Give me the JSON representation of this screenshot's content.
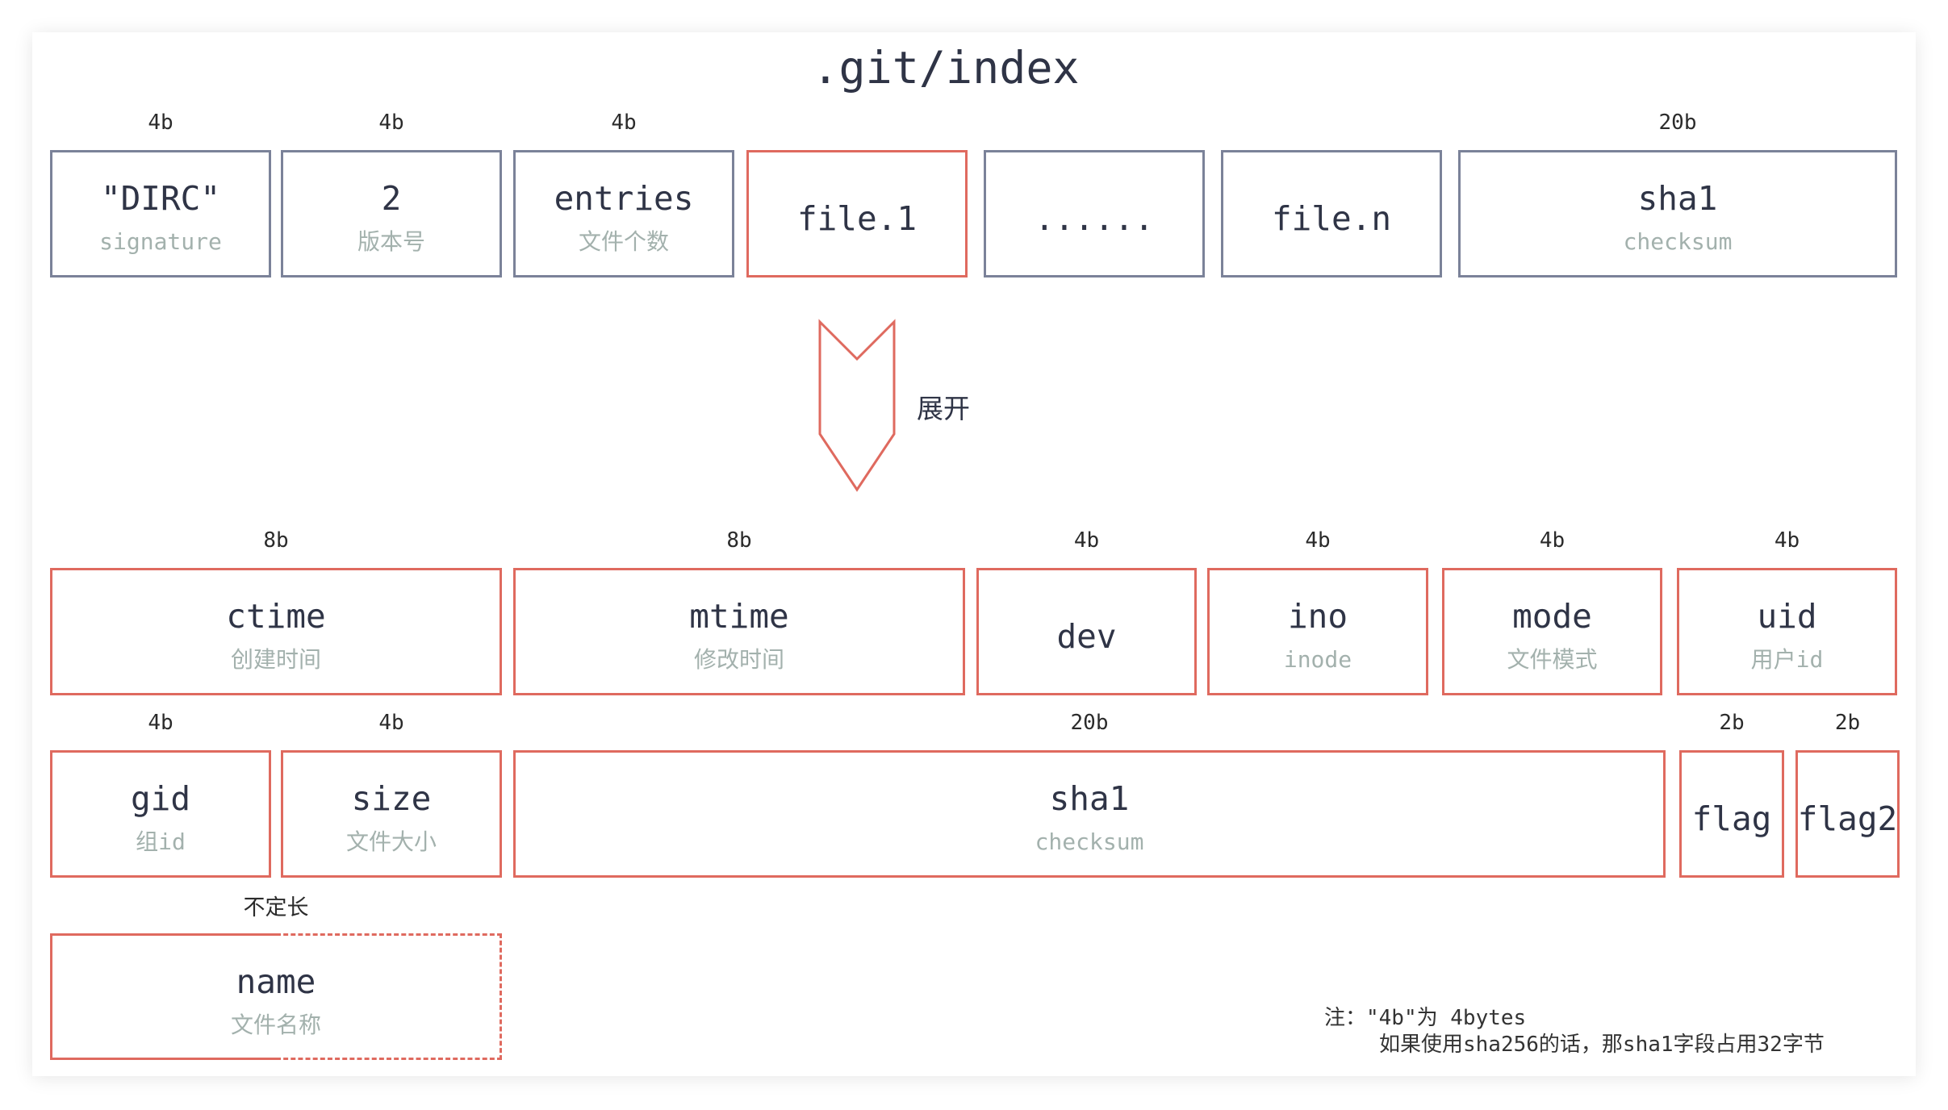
{
  "title": ".git/index",
  "header_fields": [
    {
      "size": "4b",
      "label": "\"DIRC\"",
      "note": "signature"
    },
    {
      "size": "4b",
      "label": "2",
      "note": "版本号"
    },
    {
      "size": "4b",
      "label": "entries",
      "note": "文件个数"
    },
    {
      "label": "file.1"
    },
    {
      "label": "......"
    },
    {
      "label": "file.n"
    },
    {
      "size": "20b",
      "label": "sha1",
      "note": "checksum"
    }
  ],
  "expand_label": "展开",
  "entry_fields_row1": [
    {
      "size": "8b",
      "label": "ctime",
      "note": "创建时间"
    },
    {
      "size": "8b",
      "label": "mtime",
      "note": "修改时间"
    },
    {
      "size": "4b",
      "label": "dev"
    },
    {
      "size": "4b",
      "label": "ino",
      "note": "inode"
    },
    {
      "size": "4b",
      "label": "mode",
      "note": "文件模式"
    },
    {
      "size": "4b",
      "label": "uid",
      "note": "用户id"
    }
  ],
  "entry_fields_row2": [
    {
      "size": "4b",
      "label": "gid",
      "note": "组id"
    },
    {
      "size": "4b",
      "label": "size",
      "note": "文件大小"
    },
    {
      "size": "20b",
      "label": "sha1",
      "note": "checksum"
    },
    {
      "size": "2b",
      "label": "flag"
    },
    {
      "size": "2b",
      "label": "flag2"
    }
  ],
  "name_field": {
    "size": "不定长",
    "label": "name",
    "note": "文件名称"
  },
  "footnote": {
    "line1": "注：\"4b\"为 4bytes",
    "line2": "如果使用sha256的话，那sha1字段占用32字节"
  },
  "colors": {
    "header_border": "#7b8299",
    "highlight_border": "#df6a5f",
    "label_text": "#2f3446",
    "note_text": "#a3b1ad",
    "size_text": "#2b2b2b",
    "footnote_text": "#333333"
  }
}
